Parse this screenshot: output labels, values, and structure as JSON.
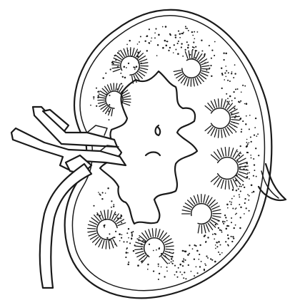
{
  "figure": {
    "subject": "kidney-longitudinal-section",
    "style": "black ink line drawing",
    "colors": {
      "ink": "#1a1a1a",
      "paper": "#ffffff"
    },
    "pyramid_count": 8,
    "labels": []
  }
}
